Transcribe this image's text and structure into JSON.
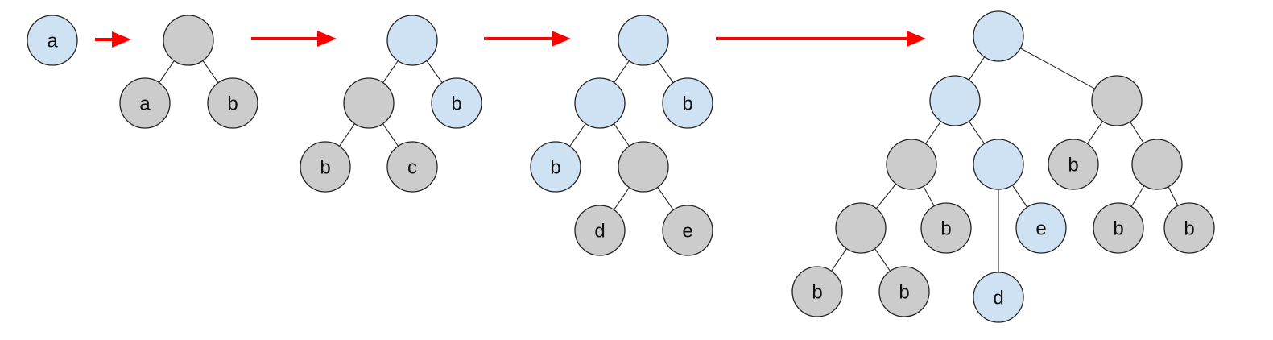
{
  "title": "Tree transformation sequence",
  "colors": {
    "highlight_fill": "#cfe2f3",
    "default_fill": "#cccccc",
    "arrow": "#ff0000"
  },
  "steps": [
    {
      "nodes": [
        {
          "id": "n0",
          "label": "a",
          "color": "highlight"
        }
      ],
      "edges": []
    },
    {
      "nodes": [
        {
          "id": "r",
          "label": "",
          "color": "default"
        },
        {
          "id": "a",
          "label": "a",
          "color": "default"
        },
        {
          "id": "b",
          "label": "b",
          "color": "default"
        }
      ],
      "edges": [
        [
          "r",
          "a"
        ],
        [
          "r",
          "b"
        ]
      ]
    },
    {
      "nodes": [
        {
          "id": "r",
          "label": "",
          "color": "highlight"
        },
        {
          "id": "i",
          "label": "",
          "color": "default"
        },
        {
          "id": "b1",
          "label": "b",
          "color": "highlight"
        },
        {
          "id": "b2",
          "label": "b",
          "color": "default"
        },
        {
          "id": "c",
          "label": "c",
          "color": "default"
        }
      ],
      "edges": [
        [
          "r",
          "i"
        ],
        [
          "r",
          "b1"
        ],
        [
          "i",
          "b2"
        ],
        [
          "i",
          "c"
        ]
      ]
    },
    {
      "nodes": [
        {
          "id": "r",
          "label": "",
          "color": "highlight"
        },
        {
          "id": "i",
          "label": "",
          "color": "highlight"
        },
        {
          "id": "b1",
          "label": "b",
          "color": "highlight"
        },
        {
          "id": "b2",
          "label": "b",
          "color": "highlight"
        },
        {
          "id": "j",
          "label": "",
          "color": "default"
        },
        {
          "id": "d",
          "label": "d",
          "color": "default"
        },
        {
          "id": "e",
          "label": "e",
          "color": "default"
        }
      ],
      "edges": [
        [
          "r",
          "i"
        ],
        [
          "r",
          "b1"
        ],
        [
          "i",
          "b2"
        ],
        [
          "i",
          "j"
        ],
        [
          "j",
          "d"
        ],
        [
          "j",
          "e"
        ]
      ]
    },
    {
      "nodes": [
        {
          "id": "r",
          "label": "",
          "color": "highlight"
        },
        {
          "id": "L",
          "label": "",
          "color": "highlight"
        },
        {
          "id": "R",
          "label": "",
          "color": "default"
        },
        {
          "id": "LL",
          "label": "",
          "color": "default"
        },
        {
          "id": "LR",
          "label": "",
          "color": "highlight"
        },
        {
          "id": "Rb",
          "label": "b",
          "color": "default"
        },
        {
          "id": "RR",
          "label": "",
          "color": "default"
        },
        {
          "id": "LLL",
          "label": "",
          "color": "default"
        },
        {
          "id": "LLb",
          "label": "b",
          "color": "default"
        },
        {
          "id": "LRe",
          "label": "e",
          "color": "highlight"
        },
        {
          "id": "RRb1",
          "label": "b",
          "color": "default"
        },
        {
          "id": "RRb2",
          "label": "b",
          "color": "default"
        },
        {
          "id": "LLLb1",
          "label": "b",
          "color": "default"
        },
        {
          "id": "LLLb2",
          "label": "b",
          "color": "default"
        },
        {
          "id": "LRd",
          "label": "d",
          "color": "highlight"
        }
      ],
      "edges": [
        [
          "r",
          "L"
        ],
        [
          "r",
          "R"
        ],
        [
          "L",
          "LL"
        ],
        [
          "L",
          "LR"
        ],
        [
          "R",
          "Rb"
        ],
        [
          "R",
          "RR"
        ],
        [
          "LL",
          "LLL"
        ],
        [
          "LL",
          "LLb"
        ],
        [
          "LR",
          "LRd"
        ],
        [
          "LR",
          "LRe"
        ],
        [
          "RR",
          "RRb1"
        ],
        [
          "RR",
          "RRb2"
        ],
        [
          "LLL",
          "LLLb1"
        ],
        [
          "LLL",
          "LLLb2"
        ]
      ]
    }
  ],
  "arrows": [
    {
      "from_step": 0,
      "to_step": 1
    },
    {
      "from_step": 1,
      "to_step": 2
    },
    {
      "from_step": 2,
      "to_step": 3
    },
    {
      "from_step": 3,
      "to_step": 4
    }
  ]
}
